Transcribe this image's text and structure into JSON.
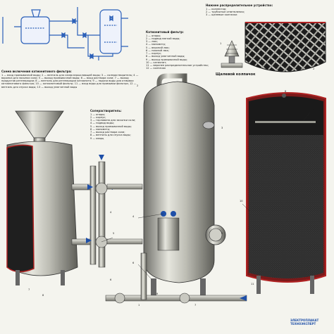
{
  "schema_title": "Схема включения катионитового фильтра:",
  "schema_text": "1 — вход промывочной воды; 2 — вентиль для слива взрыхляющей воды; 3 — солерастворитель; 4 — воронка для засыпки соли; 5 — выход промывочной воды; 6 — вход раствора соли; 7 — выход продуктов регенерации; 8 — вентиль для регенерации катионита; 9 — подача воды для отмывки катионитового фильтра; 10 — катионитовый фильтр; 11 — вход воды для промывки фильтра; 12 — вентиль для спуска воды; 13 — выход умягченной воды",
  "kation_filter": {
    "title": "Катионитовый фильтр:",
    "items": [
      "1 — опоры;",
      "2 — подвод мягкой воды;",
      "3 — люк;",
      "4 — манометр;",
      "5 — верхний люк;",
      "6 — нижний люк;",
      "7 — корпус;",
      "8 — выход умягченной воды;",
      "9 — выход промывочной воды;",
      "10 — катионит;",
      "11 — верхнее распределительное устройство;",
      "12 — колпачок"
    ]
  },
  "lower_device": {
    "title": "Нижнее распределительное устройство:",
    "items": [
      "1 — коллектор;",
      "2 — трубчатые ответвления;",
      "3 — щелевые колпачки"
    ]
  },
  "cap_caption": "Щелевой колпачок",
  "salt_dissolver": {
    "title": "Солерастворитель:",
    "items": [
      "1 — опоры;",
      "2 — корпус;",
      "3 — горловина для засыпки соли;",
      "4 — подвод воды;",
      "5 — выход промывочной воды;",
      "6 — манометр;",
      "7 — выход раствора соли;",
      "8 — вентиль для спуска воды;",
      "9 — кварц"
    ]
  },
  "inset_numbers": [
    "1",
    "2",
    "3"
  ],
  "right_vessel_numbers": [
    "8",
    "9",
    "10",
    "11"
  ],
  "central_numbers": [
    "1",
    "2",
    "3",
    "4",
    "5",
    "6",
    "7"
  ],
  "left_numbers": [
    "4",
    "5",
    "6",
    "7",
    "8",
    "9"
  ],
  "publisher": {
    "line1": "ЭЛЕКТРОПЛАКАТ",
    "line2": "ТЕХНОЭКСПЕРТ"
  },
  "colors": {
    "background": "#f4f4ee",
    "steel_light": "#d8d8d0",
    "steel_dark": "#6e6e68",
    "cutaway_red": "#b02323",
    "cation_dark": "#2b2b2b",
    "schema_blue": "#2a5fb8",
    "flow_blue": "#1e4fa8"
  }
}
